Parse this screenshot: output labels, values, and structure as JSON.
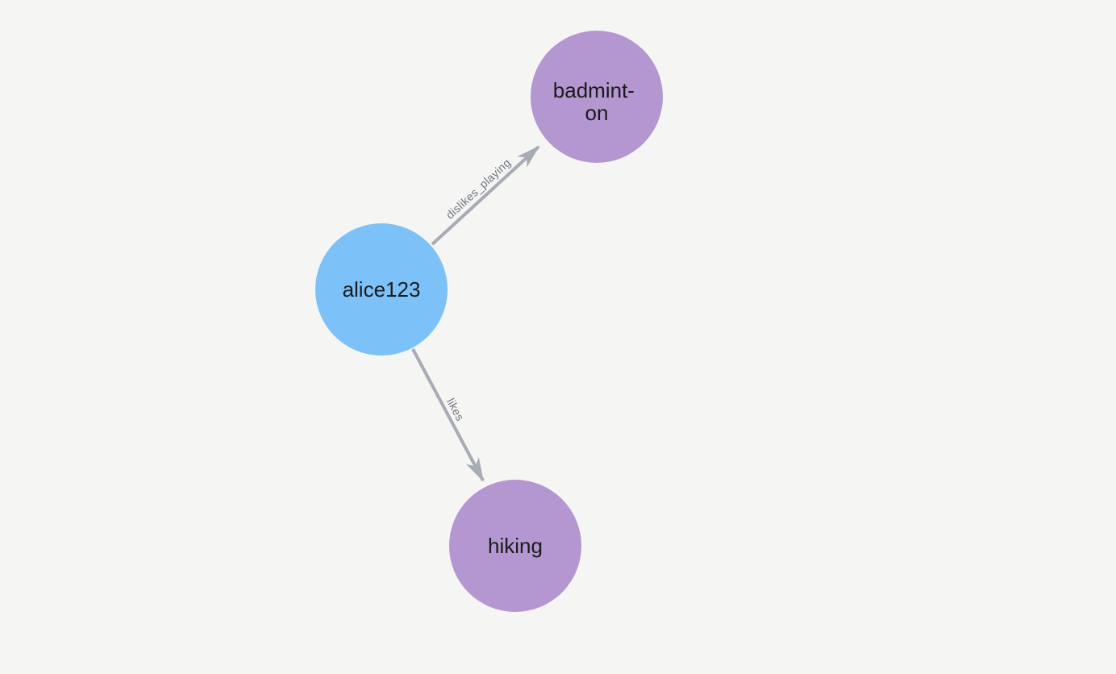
{
  "canvas": {
    "background_color": "#f5f5f4"
  },
  "graph": {
    "edge_color": "#a7abb4",
    "edge_label_color": "#6f747d",
    "node_label_color": "#1b1b1d",
    "node_colors": {
      "person": "#7cc1f7",
      "activity": "#b497d1"
    },
    "nodes": [
      {
        "id": "alice123",
        "label": "alice123",
        "color": "#7cc1f7"
      },
      {
        "id": "badminton",
        "label": "badminton",
        "display_lines": [
          "badmint-",
          "on"
        ],
        "color": "#b497d1"
      },
      {
        "id": "hiking",
        "label": "hiking",
        "color": "#b497d1"
      }
    ],
    "edges": [
      {
        "source": "alice123",
        "target": "badminton",
        "label": "dislikes_playing"
      },
      {
        "source": "alice123",
        "target": "hiking",
        "label": "likes"
      }
    ]
  }
}
